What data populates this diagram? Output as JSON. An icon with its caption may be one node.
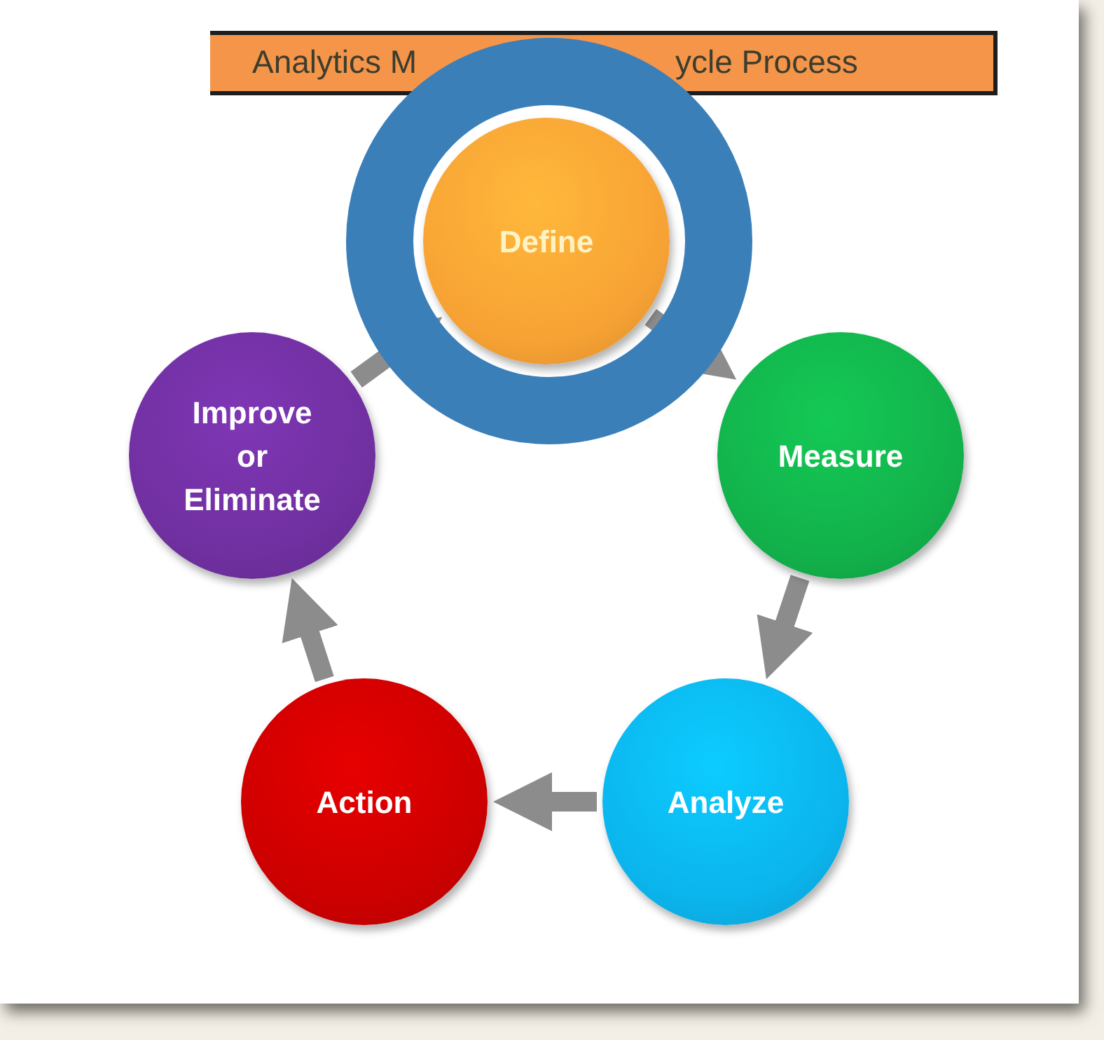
{
  "diagram": {
    "nodes": [
      {
        "text": [
          "Analytics M",
          "ycle Process"
        ]
      },
      {
        "text": [],
        "shape": "circle"
      },
      {
        "text": [
          "Define"
        ],
        "in": 1
      },
      {
        "text": [
          "Measure"
        ]
      },
      {
        "text": [
          "Analyze"
        ]
      },
      {
        "text": [
          "Action"
        ]
      },
      {
        "text": [
          "Improve or Eliminate"
        ]
      }
    ],
    "edges": [
      {
        "from": 2,
        "to": 3,
        "arrow": "to"
      },
      {
        "from": 3,
        "to": 4,
        "arrow": "to"
      },
      {
        "from": 4,
        "to": 5,
        "arrow": "to"
      },
      {
        "from": 5,
        "to": 6,
        "arrow": "to"
      },
      {
        "from": 6,
        "to": 2,
        "arrow": "to"
      }
    ]
  }
}
